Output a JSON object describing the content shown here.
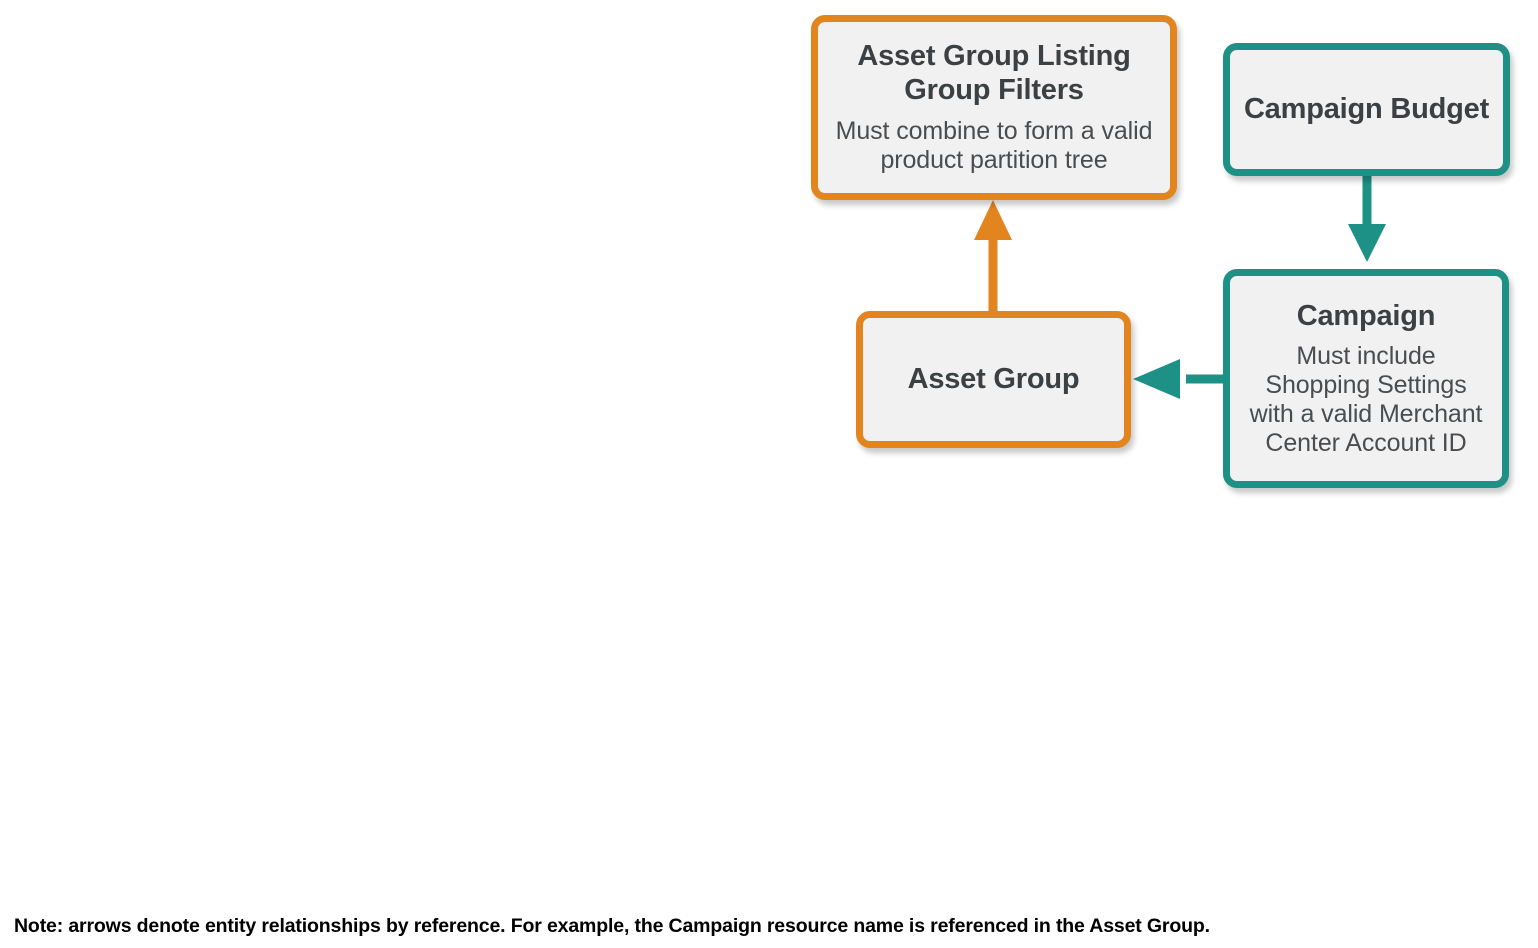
{
  "diagram": {
    "type": "entity-relationship",
    "colors": {
      "orange": "#e2851f",
      "teal": "#1d9186",
      "node_fill": "#f1f1f1",
      "title_text": "#3c4043",
      "desc_text": "#4a4d50",
      "footnote_text": "#000000"
    },
    "nodes": [
      {
        "id": "asset-group-listing-group-filters",
        "title": "Asset Group Listing Group Filters",
        "description": "Must combine to form a valid product partition tree",
        "color": "orange"
      },
      {
        "id": "campaign-budget",
        "title": "Campaign Budget",
        "description": "",
        "color": "teal"
      },
      {
        "id": "asset-group",
        "title": "Asset Group",
        "description": "",
        "color": "orange"
      },
      {
        "id": "campaign",
        "title": "Campaign",
        "description": "Must include Shopping Settings with a valid Merchant Center Account ID",
        "color": "teal"
      }
    ],
    "edges": [
      {
        "id": "asset-group-to-filters",
        "from": "asset-group",
        "to": "asset-group-listing-group-filters",
        "direction": "up",
        "color": "orange"
      },
      {
        "id": "campaign-budget-to-campaign",
        "from": "campaign-budget",
        "to": "campaign",
        "direction": "down",
        "color": "teal"
      },
      {
        "id": "campaign-to-asset-group",
        "from": "campaign",
        "to": "asset-group",
        "direction": "left",
        "color": "teal"
      }
    ],
    "footnote": "Note: arrows denote entity relationships by reference. For example, the Campaign resource name is referenced in the Asset Group."
  }
}
